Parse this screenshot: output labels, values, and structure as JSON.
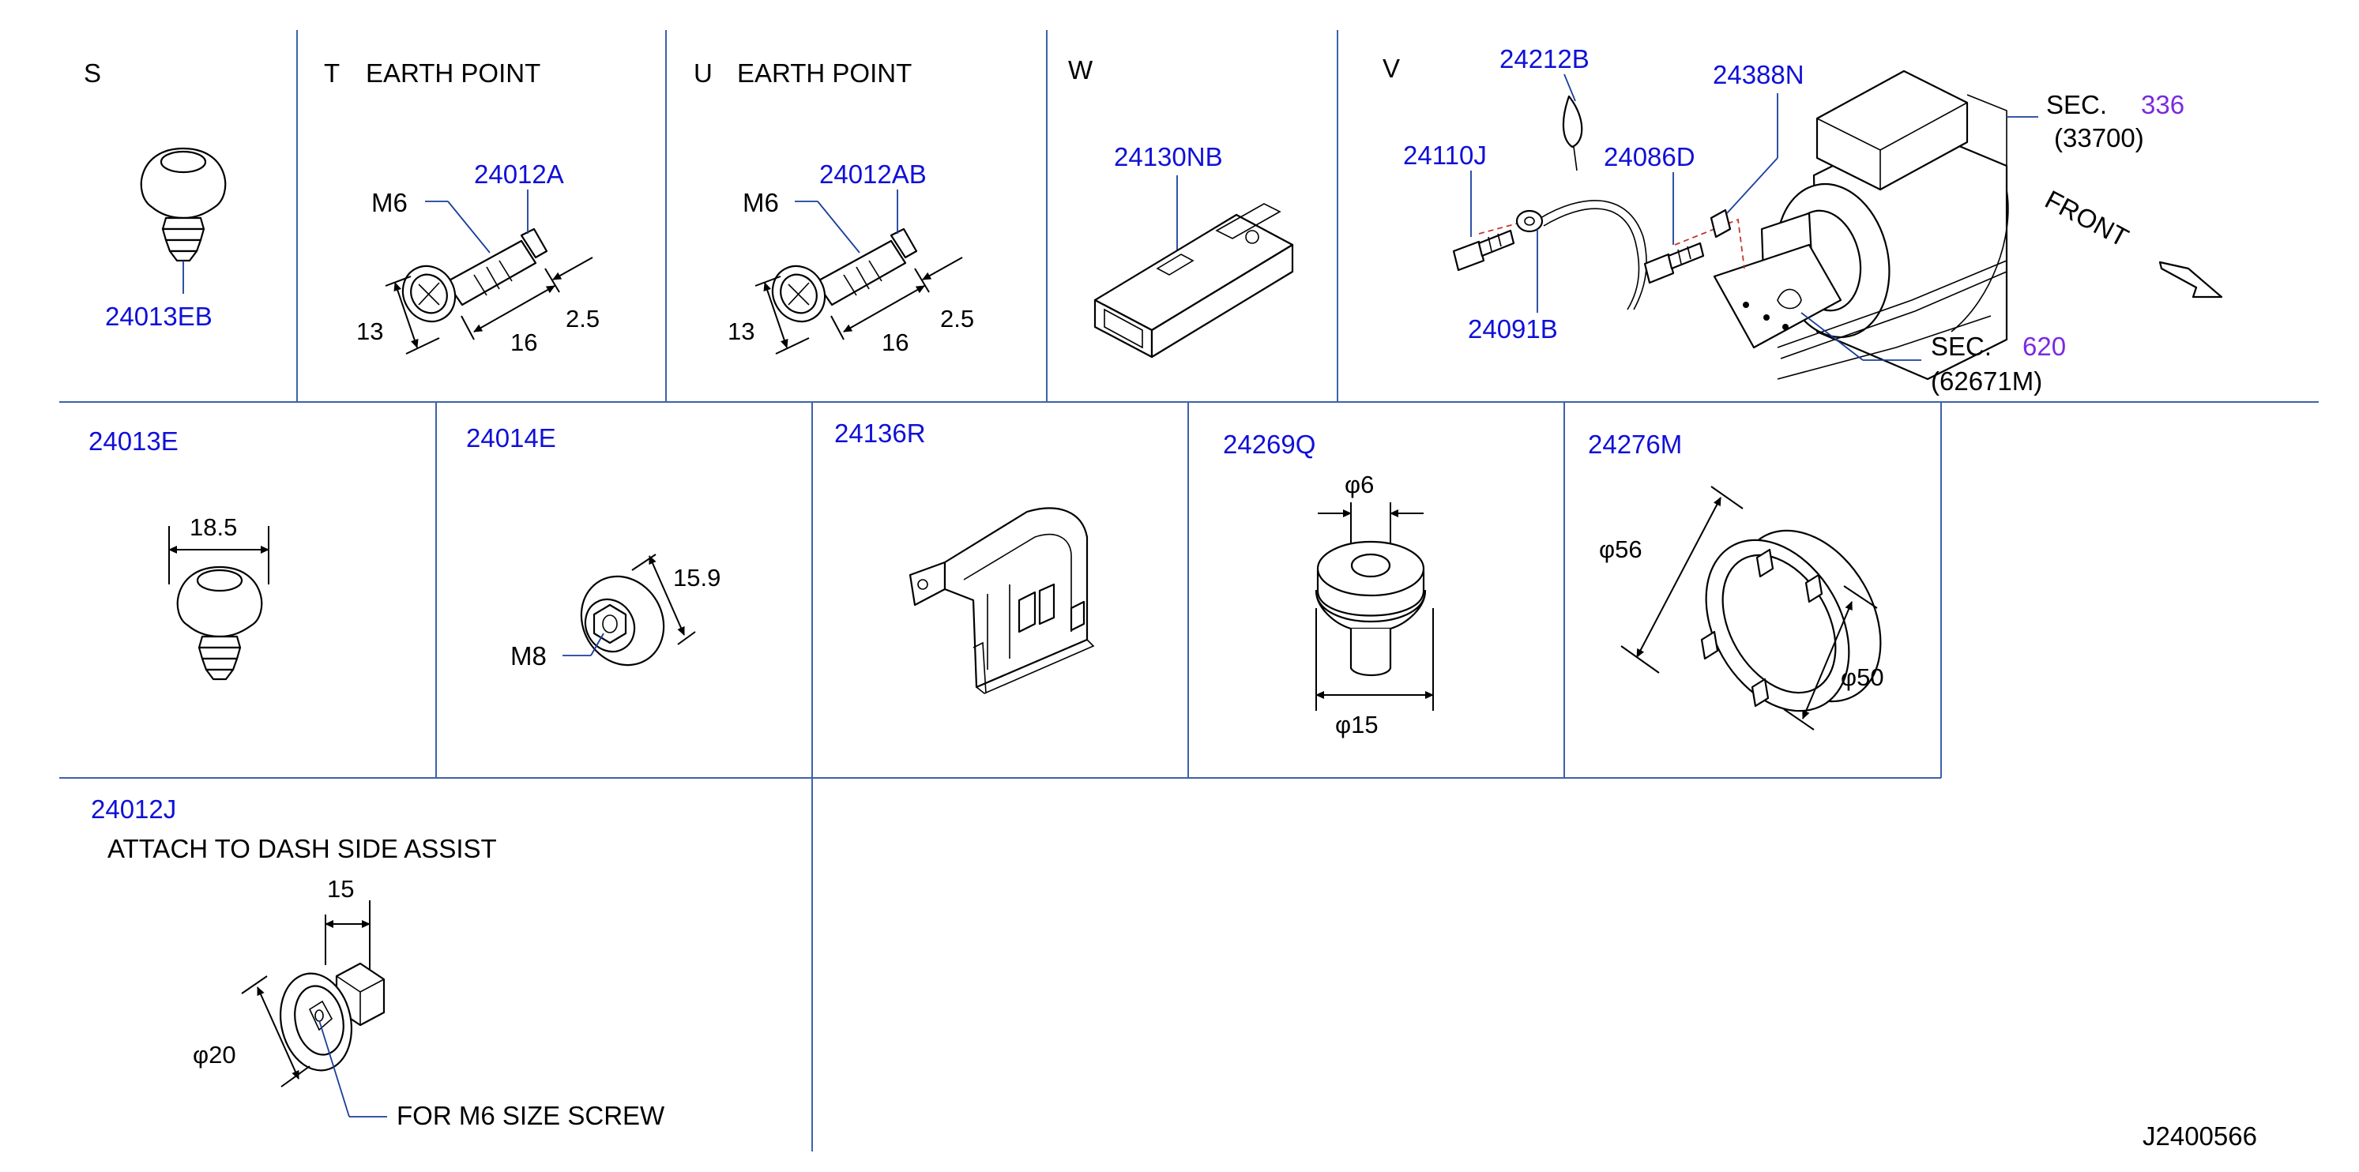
{
  "diagram_id": "J2400566",
  "colors": {
    "grid_line": "#3d62a8",
    "part_number": "#1010d8",
    "section_number": "#7a2ae0",
    "outline": "#000000"
  },
  "panels": {
    "s": {
      "letter": "S",
      "part": "24013EB"
    },
    "t": {
      "letter": "T",
      "title": "EARTH   POINT",
      "part": "24012A",
      "thread": "M6",
      "dims": [
        "13",
        "16",
        "2.5"
      ]
    },
    "u": {
      "letter": "U",
      "title": "EARTH   POINT",
      "part": "24012AB",
      "thread": "M6",
      "dims": [
        "13",
        "16",
        "2.5"
      ]
    },
    "w": {
      "letter": "W",
      "part": "24130NB"
    },
    "v": {
      "letter": "V",
      "parts": [
        "24212B",
        "24388N",
        "24110J",
        "24086D",
        "24091B"
      ],
      "sec1": {
        "prefix": "SEC.",
        "number": "336",
        "ref": "(33700)"
      },
      "sec2": {
        "prefix": "SEC.",
        "number": "620",
        "ref": "(62671M)"
      },
      "front": "FRONT"
    },
    "p24013e": {
      "part": "24013E",
      "dim": "18.5"
    },
    "p24014e": {
      "part": "24014E",
      "dim": "15.9",
      "thread": "M8"
    },
    "p24136r": {
      "part": "24136R"
    },
    "p24269q": {
      "part": "24269Q",
      "dim_top": "φ6",
      "dim_bottom": "φ15"
    },
    "p24276m": {
      "part": "24276M",
      "dim_outer": "φ56",
      "dim_inner": "φ50"
    },
    "p24012j": {
      "part": "24012J",
      "title": "ATTACH   TO   DASH   SIDE   ASSIST",
      "dim_len": "15",
      "dim_dia": "φ20",
      "note": "FOR   M6   SIZE   SCREW"
    }
  }
}
